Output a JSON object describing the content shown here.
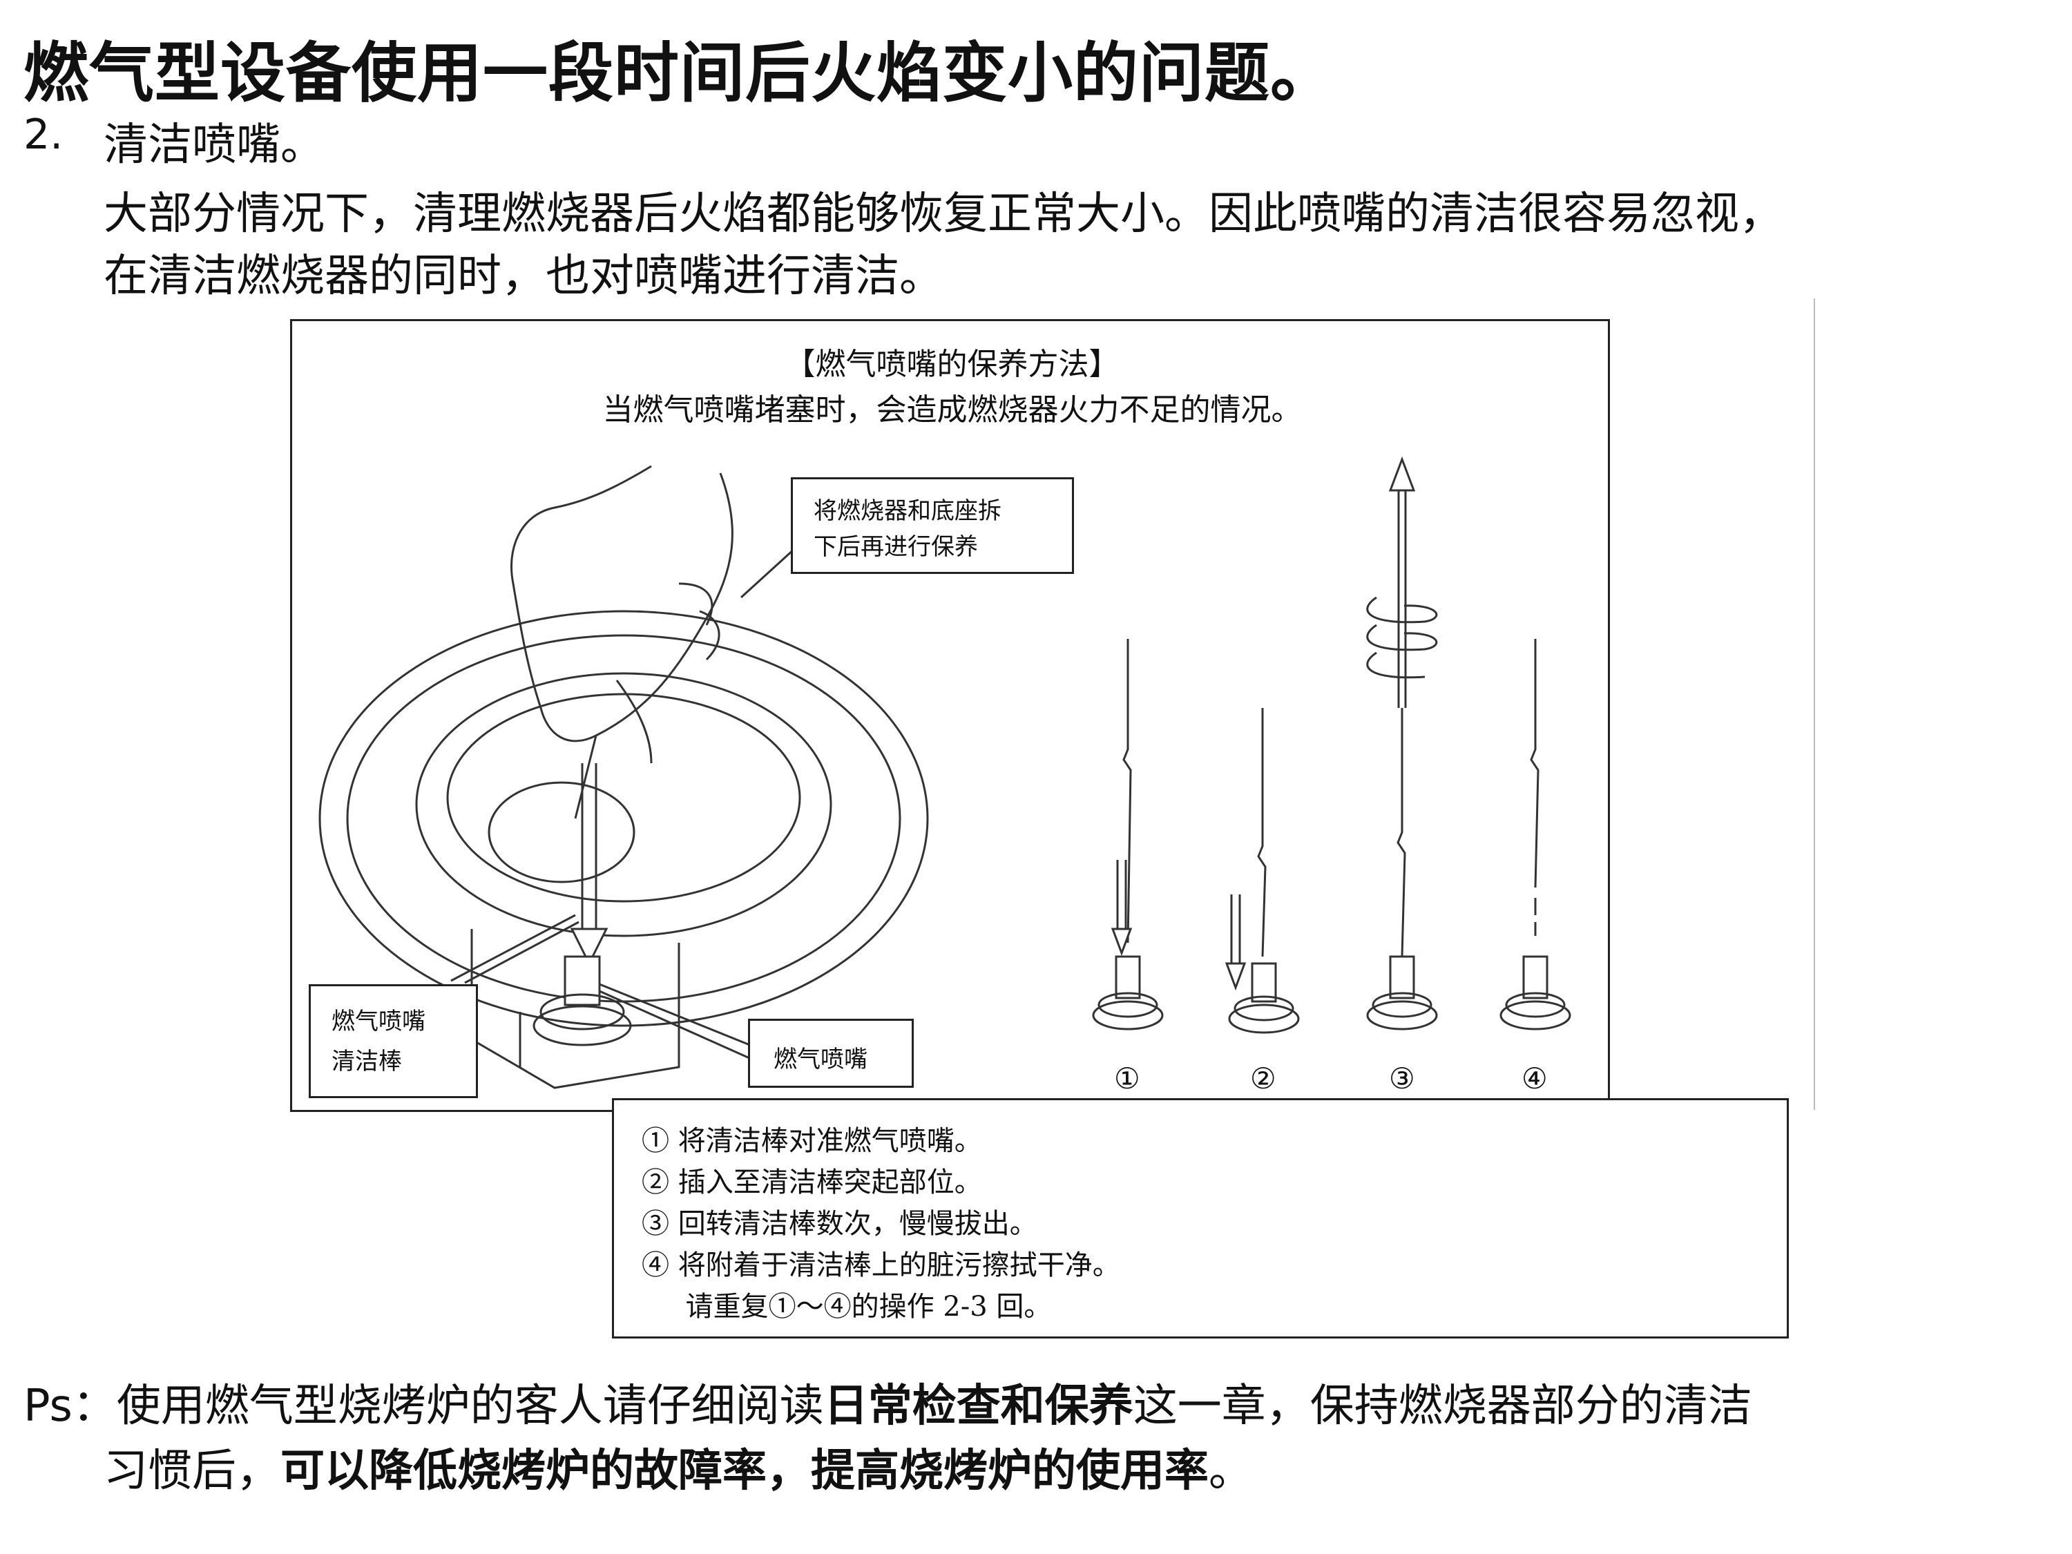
{
  "title": "燃气型设备使用一段时间后火焰变小的问题。",
  "item": {
    "number": "2.",
    "heading": "清洁喷嘴。"
  },
  "paragraph": [
    "大部分情况下，清理燃烧器后火焰都能够恢复正常大小。因此喷嘴的清洁很容易忽视，",
    "在清洁燃烧器的同时，也对喷嘴进行清洁。"
  ],
  "figure": {
    "title": "【燃气喷嘴的保养方法】",
    "subtitle": "当燃气喷嘴堵塞时，会造成燃烧器火力不足的情况。",
    "callout_top": [
      "将燃烧器和底座拆",
      "下后再进行保养"
    ],
    "callout_rod": [
      "燃气喷嘴",
      "清洁棒"
    ],
    "callout_nozzle": "燃气喷嘴",
    "step_numbers": [
      "①",
      "②",
      "③",
      "④"
    ]
  },
  "steps": [
    "①  将清洁棒对准燃气喷嘴。",
    "②  插入至清洁棒突起部位。",
    "③  回转清洁棒数次，慢慢拔出。",
    "④  将附着于清洁棒上的脏污擦拭干净。",
    "     请重复①～④的操作 2-3 回。"
  ],
  "ps": {
    "prefix": "Ps：",
    "line1_a": "使用燃气型烧烤炉的客人请仔细阅读",
    "line1_bold": "日常检查和保养",
    "line1_b": "这一章，保持燃烧器部分的清洁",
    "line2_a": "习惯后，",
    "line2_bold": "可以降低烧烤炉的故障率，提高烧烤炉的使用率",
    "line2_b": "。"
  }
}
